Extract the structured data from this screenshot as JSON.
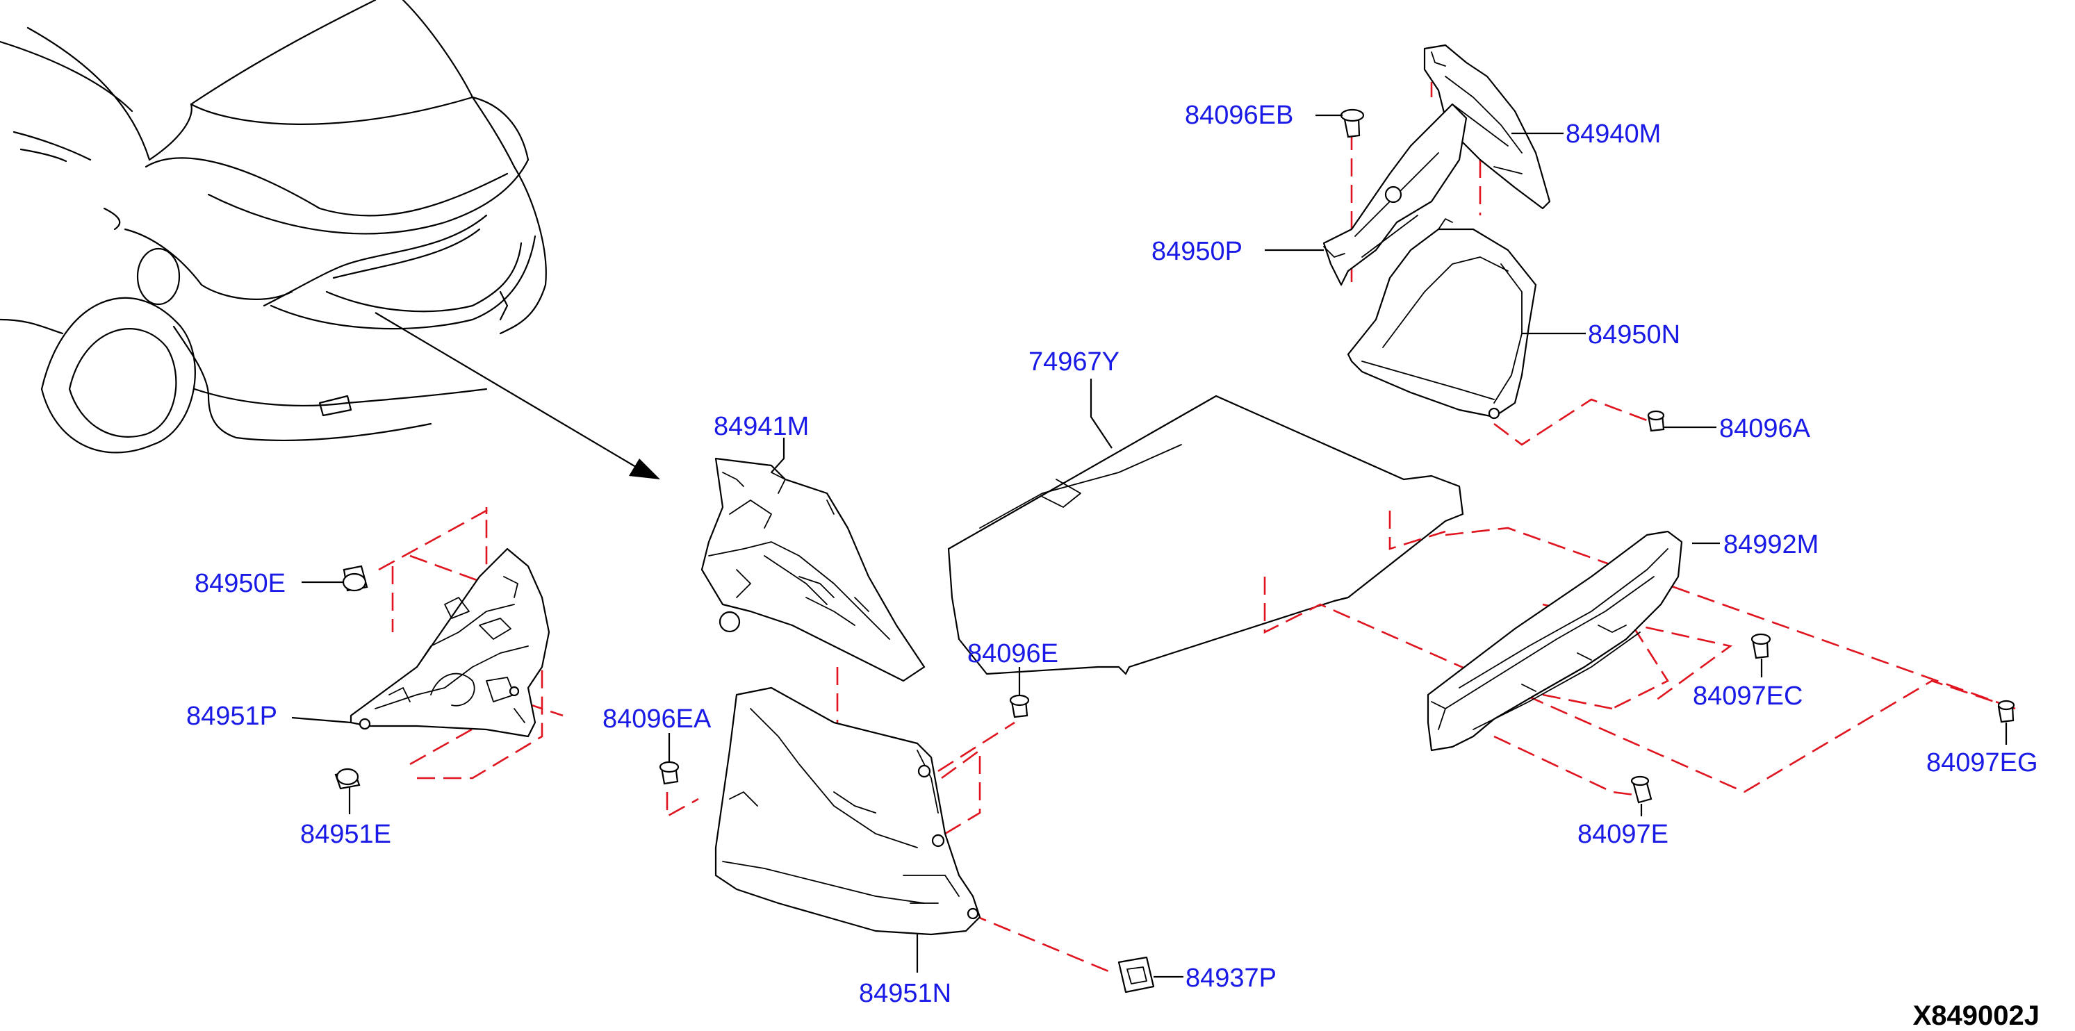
{
  "diagram_code": "X849002J",
  "callouts": {
    "p84096EB": "84096EB",
    "p84940M": "84940M",
    "p84950P": "84950P",
    "p84950N": "84950N",
    "p84096A": "84096A",
    "p74967Y": "74967Y",
    "p84941M": "84941M",
    "p84950E": "84950E",
    "p84951P": "84951P",
    "p84951E": "84951E",
    "p84096E": "84096E",
    "p84096EA": "84096EA",
    "p84951N": "84951N",
    "p84937P": "84937P",
    "p84097EC": "84097EC",
    "p84097EG": "84097EG",
    "p84097E": "84097E",
    "p84992M": "84992M"
  },
  "colors": {
    "callout_text": "#1a1ae6",
    "leader_line": "#000000",
    "assembly_dash": "#e0141e",
    "line_art": "#000000",
    "background": "#ffffff"
  }
}
